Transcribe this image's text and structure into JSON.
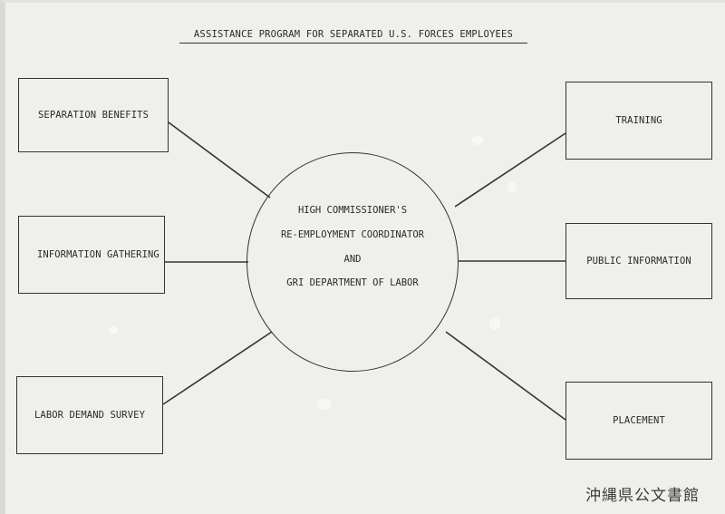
{
  "title": "ASSISTANCE PROGRAM FOR SEPARATED U.S. FORCES EMPLOYEES",
  "hub": {
    "line1": "HIGH COMMISSIONER'S",
    "line2": "RE-EMPLOYMENT COORDINATOR",
    "line3": "AND",
    "line4": "GRI DEPARTMENT OF LABOR"
  },
  "left_boxes": [
    "SEPARATION BENEFITS",
    "INFORMATION GATHERING",
    "LABOR DEMAND SURVEY"
  ],
  "right_boxes": [
    "TRAINING",
    "PUBLIC INFORMATION",
    "PLACEMENT"
  ],
  "stamp": "沖縄県公文書館",
  "colors": {
    "paper": "#efefec",
    "ink": "#2a2a2a"
  }
}
